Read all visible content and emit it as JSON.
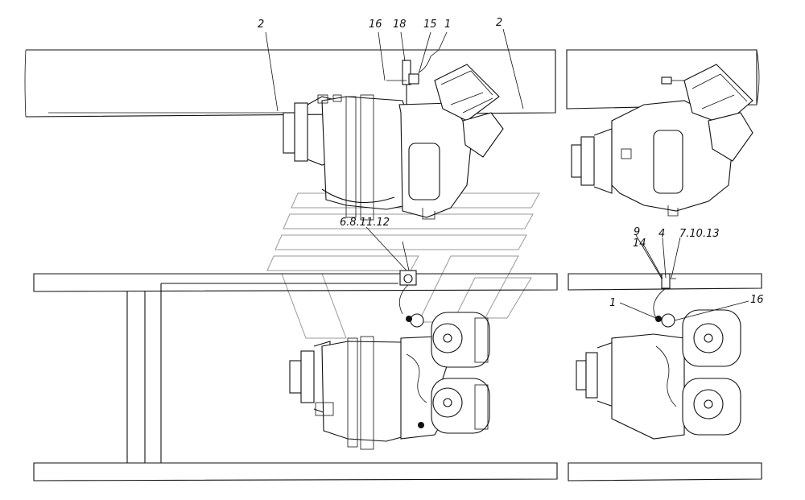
{
  "callouts": {
    "c_2a": "2",
    "c_16a": "16",
    "c_18": "18",
    "c_15": "15",
    "c_1a": "1",
    "c_2b": "2",
    "c_6811": "6.8.11.12",
    "c_9": "9",
    "c_14": "14",
    "c_4": "4",
    "c_71013": "7.10.13",
    "c_1b": "1",
    "c_16b": "16"
  },
  "colors": {
    "line": "#111111",
    "background": "#ffffff",
    "watermark": "#9a9a9a"
  }
}
